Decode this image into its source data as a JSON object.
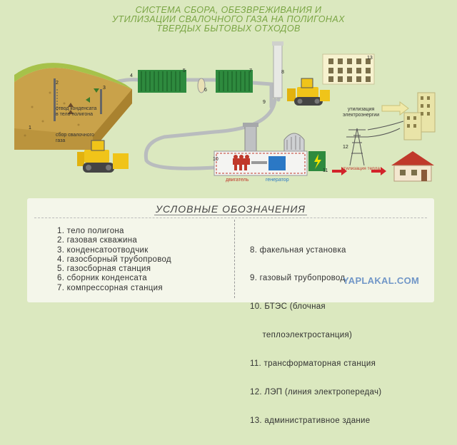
{
  "title": {
    "line1": "СИСТЕМА СБОРА, ОБЕЗВРЕЖИВАНИЯ И",
    "line2": "УТИЛИЗАЦИИ СВАЛОЧНОГО ГАЗА НА ПОЛИГОНАХ",
    "line3": "ТВЕРДЫХ БЫТОВЫХ ОТХОДОВ"
  },
  "diagram": {
    "label_condensate": "отвод конденсата\nв тело полигона",
    "label_gas_collection": "сбор свалочного\nгаза",
    "label_engine": "двигатель",
    "label_generator": "генератор",
    "label_power_supply": "утилизация\nэлектроэнергии",
    "label_heat": "утилизация тепла",
    "numbers": [
      "1",
      "2",
      "3",
      "4",
      "5",
      "6",
      "7",
      "8",
      "9",
      "10",
      "11",
      "12",
      "13"
    ]
  },
  "legend": {
    "title": "УСЛОВНЫЕ ОБОЗНАЧЕНИЯ",
    "left": [
      "1. тело полигона",
      "2. газовая скважина",
      "3. конденсатоотводчик",
      "4. газосборный трубопровод",
      "5. газосборная станция",
      "6. сборник конденсата",
      "7. компрессорная станция"
    ],
    "right": [
      "8. факельная установка",
      "9. газовый трубопровод",
      "10. БТЭС (блочная",
      "     теплоэлектростанция)",
      "11. трансформаторная станция",
      "12. ЛЭП (линия электропередач)",
      "13. административное здание"
    ]
  },
  "watermark": "YAPLAKAL.COM",
  "colors": {
    "background": "#dbe8bf",
    "title": "#7aa544",
    "container": "#2e8a3e",
    "pipe": "#b9bcbe",
    "soil": "#c9a24a",
    "grass": "#a6c24a",
    "bulldozer": "#f0c419",
    "arrow_red": "#d2232a"
  }
}
